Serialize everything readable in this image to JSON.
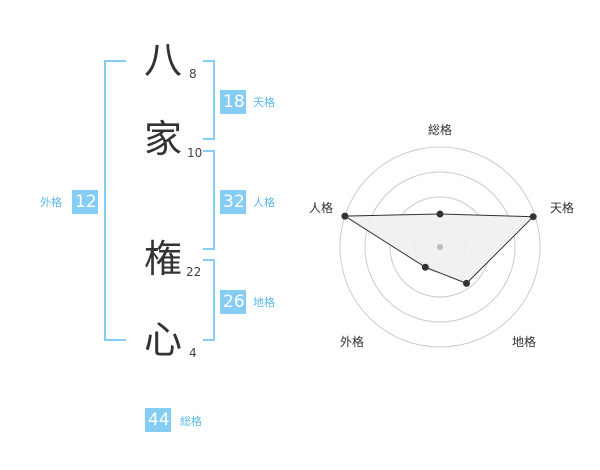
{
  "name": {
    "chars": [
      {
        "char": "八",
        "strokes": "8"
      },
      {
        "char": "家",
        "strokes": "10"
      },
      {
        "char": "権",
        "strokes": "22"
      },
      {
        "char": "心",
        "strokes": "4"
      }
    ]
  },
  "kaku": {
    "tenkaku": {
      "value": "18",
      "label": "天格"
    },
    "jinkaku": {
      "value": "32",
      "label": "人格"
    },
    "chikaku": {
      "value": "26",
      "label": "地格"
    },
    "gaikaku": {
      "value": "12",
      "label": "外格"
    },
    "soukaku": {
      "value": "44",
      "label": "総格"
    }
  },
  "colors": {
    "accent": "#86cdf5",
    "accent_text": "#5bb8ee",
    "radar_fill": "#f0f0f0",
    "radar_line": "#333333"
  },
  "chart_data": {
    "type": "radar",
    "axes": [
      "総格",
      "天格",
      "地格",
      "外格",
      "人格"
    ],
    "levels": 4,
    "values": [
      0.33,
      0.98,
      0.45,
      0.25,
      1.0
    ],
    "grid": true
  }
}
